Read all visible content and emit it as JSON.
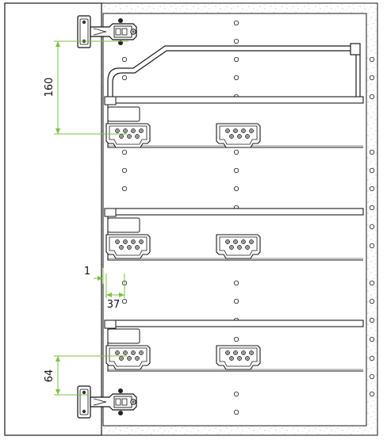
{
  "dimensions": {
    "hinge_to_drawer_top": "160",
    "front_offset": "1",
    "hole_row_offset": "37",
    "bottom_hinge_offset": "64"
  },
  "colors": {
    "line": "#1a1a1a",
    "dimension": "#7ac142",
    "background": "#ffffff",
    "texture": "#9a9a9a"
  },
  "icons": {
    "top_hinge": "concealed-hinge-icon",
    "bottom_hinge": "concealed-hinge-icon",
    "runner_bracket": "drawer-runner-bracket-icon"
  }
}
